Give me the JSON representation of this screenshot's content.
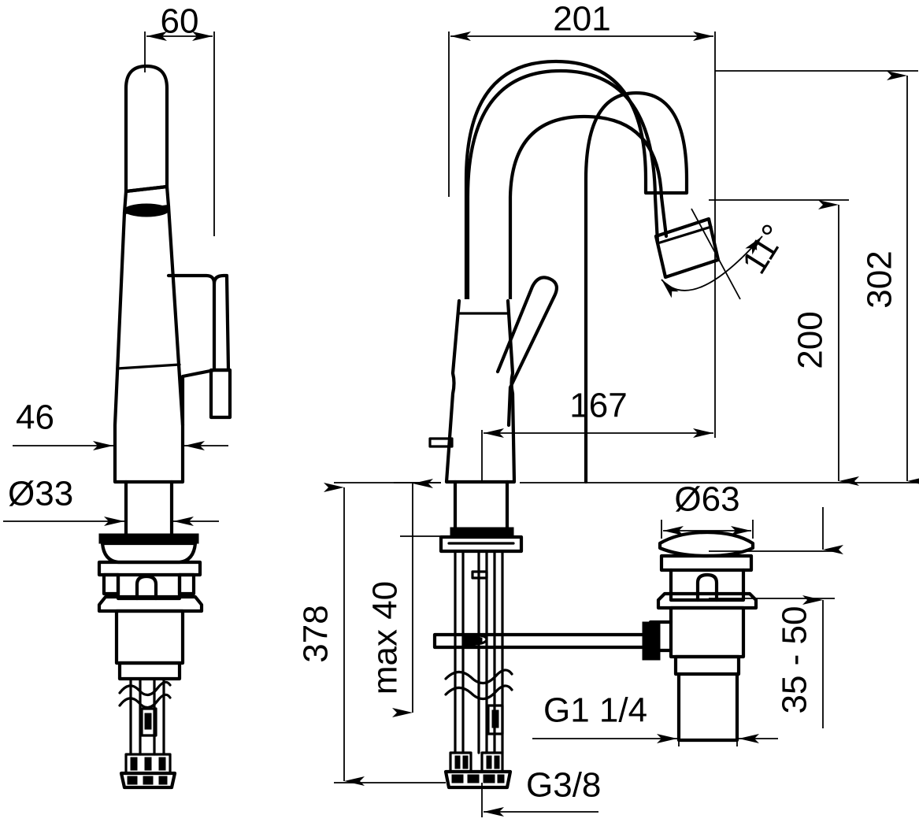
{
  "drawing": {
    "title": "Faucet technical dimension drawing",
    "units": "mm",
    "line_color": "#000000",
    "background_color": "#ffffff",
    "views": [
      {
        "name": "side-view",
        "label": ""
      },
      {
        "name": "front-view",
        "label": ""
      },
      {
        "name": "drain-assembly-view",
        "label": ""
      }
    ]
  },
  "dimensions": {
    "handle_width": "60",
    "body_width": "46",
    "shank_diameter": "Ø33",
    "spout_reach_total": "201",
    "spout_reach_inner": "167",
    "spout_outlet_angle": "11°",
    "spout_height": "200",
    "total_height": "302",
    "overall_length": "378",
    "max_deck_thickness": "max 40",
    "supply_thread": "G3/8",
    "drain_flange_diameter": "Ø63",
    "drain_thread": "G1 1/4",
    "drain_deck_range": "35 - 50"
  }
}
